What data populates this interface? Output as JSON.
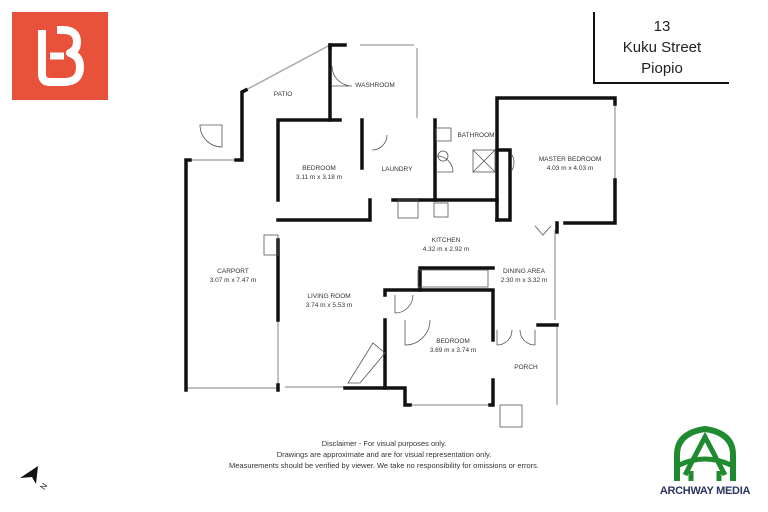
{
  "address": {
    "number": "13",
    "street": "Kuku Street",
    "town": "Piopio"
  },
  "brand_logo": {
    "letter": "B",
    "color": "#e8523a"
  },
  "rooms": [
    {
      "name": "PATIO"
    },
    {
      "name": "WASHROOM"
    },
    {
      "name": "BEDROOM",
      "dims": "3.11 m x 3.18 m"
    },
    {
      "name": "LAUNDRY"
    },
    {
      "name": "BATHROOM"
    },
    {
      "name": "MASTER BEDROOM",
      "dims": "4.03 m x 4.03 m"
    },
    {
      "name": "KITCHEN",
      "dims": "4.32 m x 2.92 m"
    },
    {
      "name": "DINING AREA",
      "dims": "2.30 m x 3.32 m"
    },
    {
      "name": "CARPORT",
      "dims": "3.07 m x 7.47 m"
    },
    {
      "name": "LIVING ROOM",
      "dims": "3.74 m x 5.53 m"
    },
    {
      "name": "BEDROOM",
      "dims": "3.69 m x 3.74 m"
    },
    {
      "name": "PORCH"
    }
  ],
  "disclaimer": [
    "Disclaimer - For visual purposes only.",
    "Drawings are approximate and are for visual representation only.",
    "Measurements should be verified by viewer. We take no responsibility for omissions or errors."
  ],
  "compass": {
    "label": "N",
    "icon": "north-arrow-icon"
  },
  "archway_logo": {
    "text": "ARCHWAY MEDIA",
    "color": "#1f8a2e",
    "text_color": "#2a3560"
  }
}
